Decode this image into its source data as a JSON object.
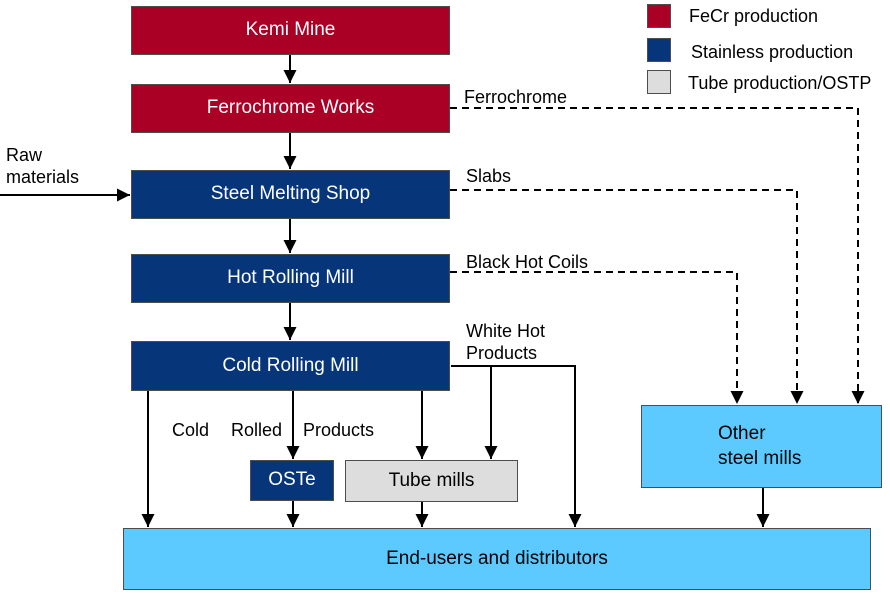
{
  "legend": [
    {
      "label": "FeCr production",
      "color": "#aa0025"
    },
    {
      "label": "Stainless production",
      "color": "#06357a"
    },
    {
      "label": "Tube production/OSTP",
      "color": "#dddddd"
    }
  ],
  "boxes": {
    "kemi_mine": "Kemi Mine",
    "ferrochrome_works": "Ferrochrome Works",
    "steel_melting_shop": "Steel Melting Shop",
    "hot_rolling_mill": "Hot Rolling Mill",
    "cold_rolling_mill": "Cold Rolling Mill",
    "oste": "OSTe",
    "tube_mills": "Tube mills",
    "other_steel_mills_line1": "Other",
    "other_steel_mills_line2": "steel mills",
    "end_users": "End-users and distributors"
  },
  "flow_labels": {
    "raw_materials_line1": "Raw",
    "raw_materials_line2": "materials",
    "ferrochrome": "Ferrochrome",
    "slabs": "Slabs",
    "black_hot_coils": "Black Hot Coils",
    "white_hot_line1": "White Hot",
    "white_hot_line2": "Products",
    "cold": "Cold",
    "rolled": "Rolled",
    "products": "Products"
  },
  "colors": {
    "fecr": "#aa0025",
    "stainless": "#06357a",
    "tube": "#dddddd",
    "external": "#5ccaff"
  }
}
